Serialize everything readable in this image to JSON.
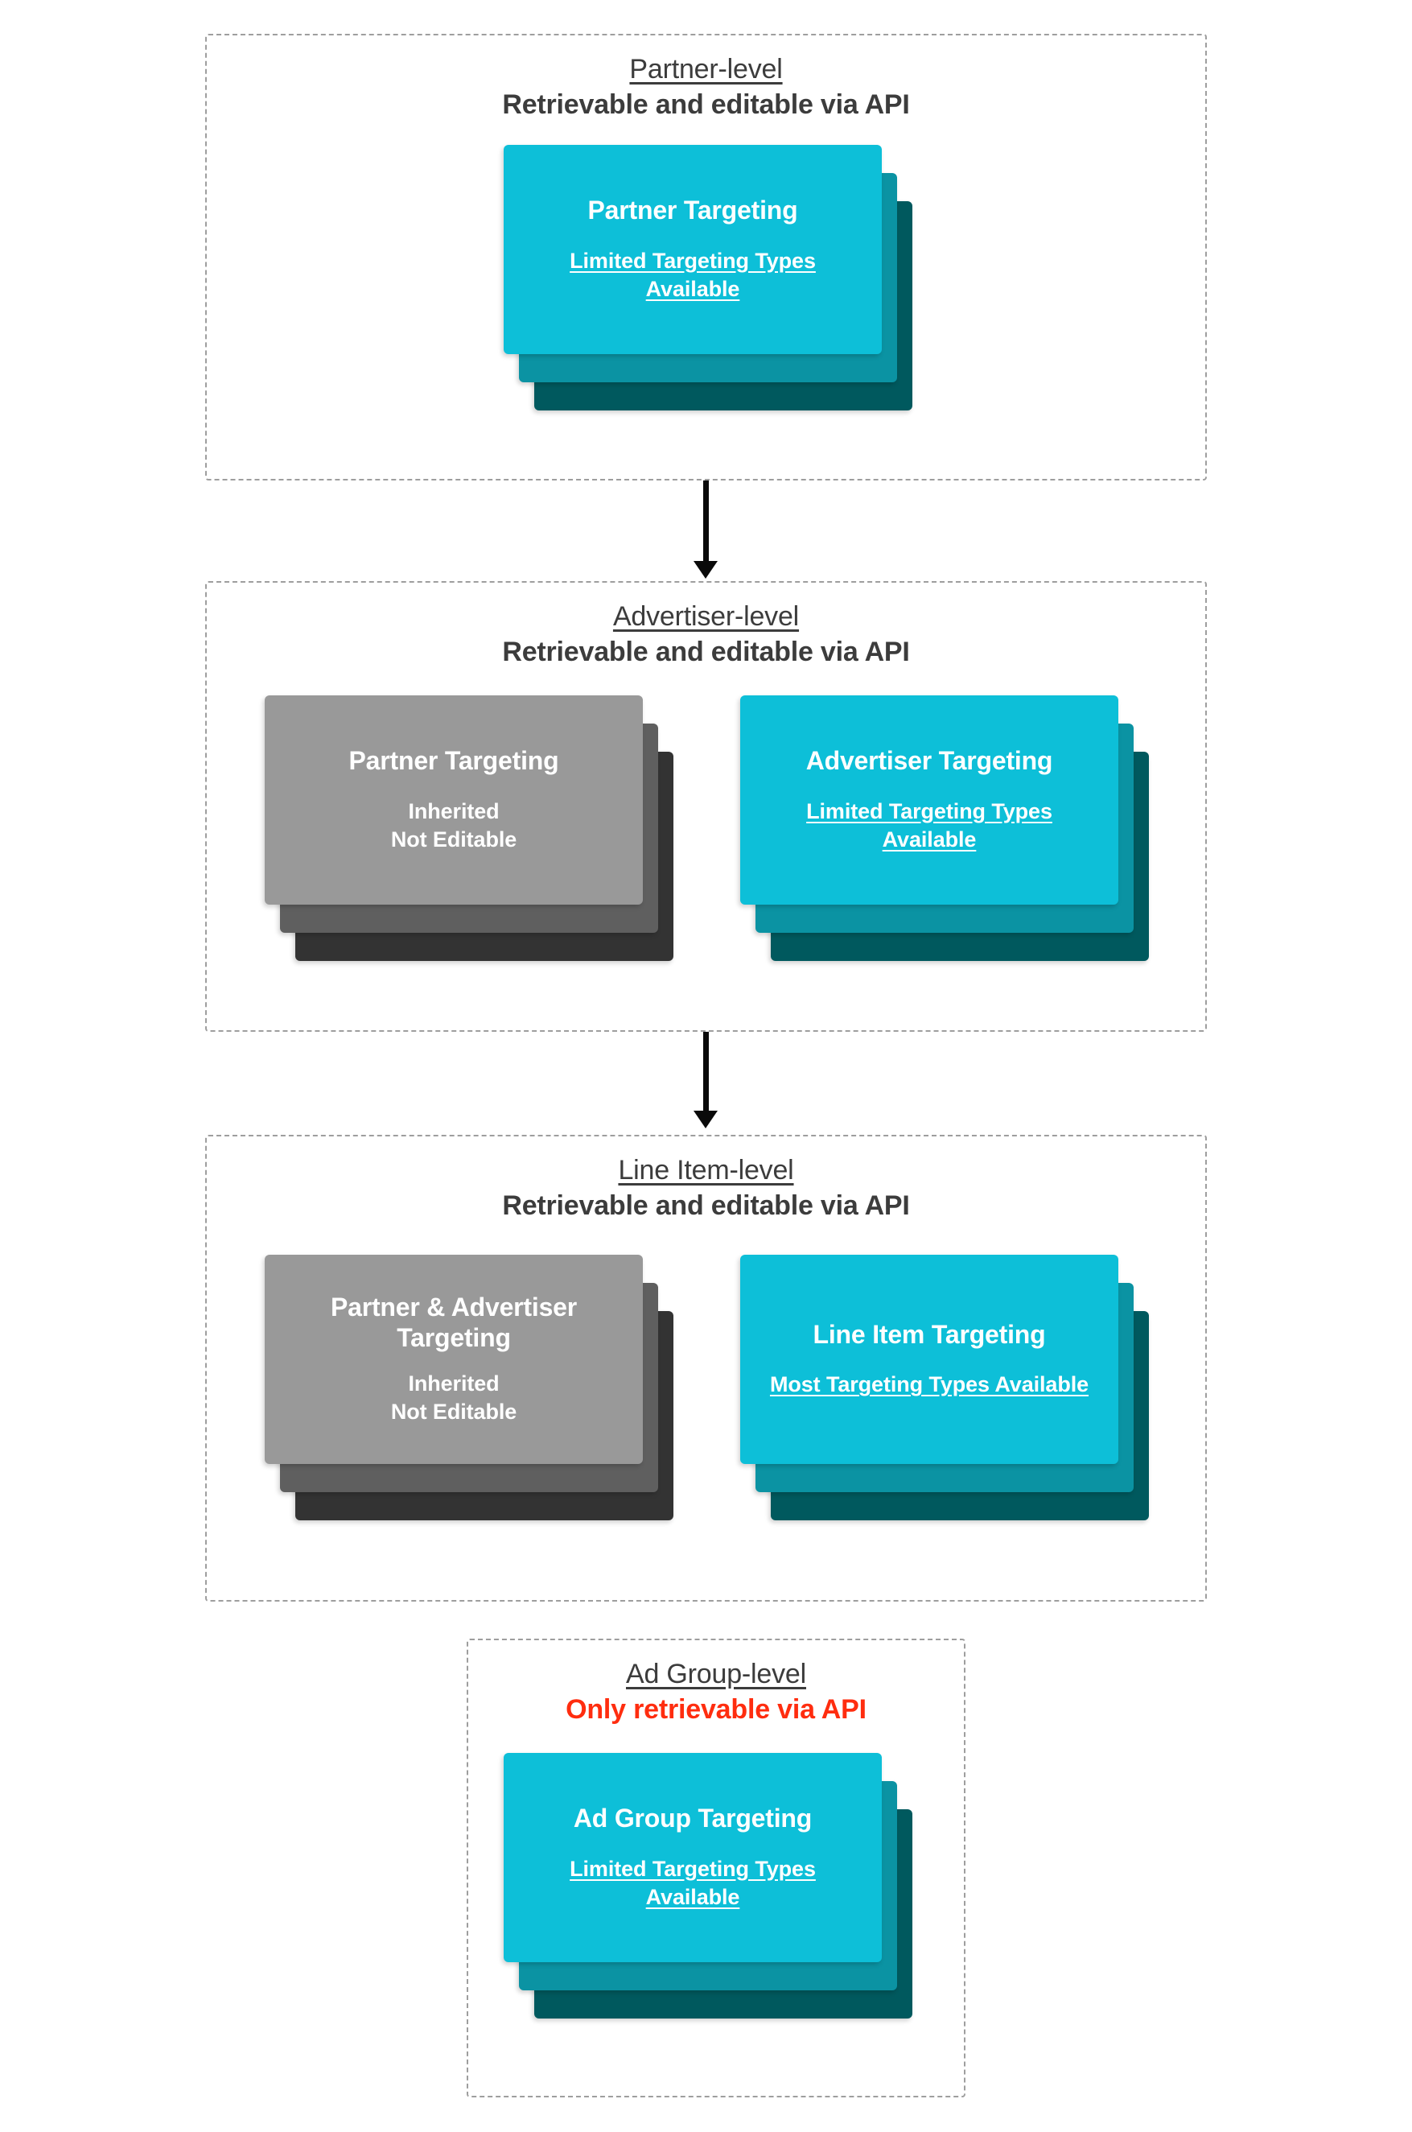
{
  "diagram": {
    "title_accent_color": "#3c3c3c",
    "alert_color": "#ff2d0f",
    "cyan_color": "#0dbfd8",
    "gray_color": "#999999",
    "levels": [
      {
        "id": "partner",
        "title": "Partner-level",
        "subtitle": "Retrievable and editable via API",
        "cards": [
          {
            "id": "partner-targeting",
            "title": "Partner Targeting",
            "note": "Limited Targeting Types Available",
            "style": "cyan",
            "underline": true
          }
        ]
      },
      {
        "id": "advertiser",
        "title": "Advertiser-level",
        "subtitle": "Retrievable and editable via API",
        "cards": [
          {
            "id": "partner-targeting-inherited",
            "title": "Partner Targeting",
            "note": "Inherited\nNot Editable",
            "style": "gray",
            "underline": false
          },
          {
            "id": "advertiser-targeting",
            "title": "Advertiser Targeting",
            "note": "Limited Targeting Types Available",
            "style": "cyan",
            "underline": true
          }
        ]
      },
      {
        "id": "line-item",
        "title": "Line Item-level",
        "subtitle": "Retrievable and editable via API",
        "cards": [
          {
            "id": "partner-advertiser-targeting-inherited",
            "title": "Partner & Advertiser Targeting",
            "note": "Inherited\nNot Editable",
            "style": "gray",
            "underline": false
          },
          {
            "id": "line-item-targeting",
            "title": "Line Item Targeting",
            "note": "Most Targeting Types Available",
            "style": "cyan",
            "underline": true
          }
        ]
      },
      {
        "id": "ad-group",
        "title": "Ad Group-level",
        "subtitle": "Only retrievable via API",
        "subtitle_alert": true,
        "cards": [
          {
            "id": "ad-group-targeting",
            "title": "Ad Group Targeting",
            "note": "Limited Targeting Types Available",
            "style": "cyan",
            "underline": true
          }
        ]
      }
    ],
    "connectors": [
      {
        "id": "partner-to-advertiser",
        "from": "partner",
        "to": "advertiser"
      },
      {
        "id": "advertiser-to-line-item",
        "from": "advertiser",
        "to": "line-item"
      }
    ]
  }
}
